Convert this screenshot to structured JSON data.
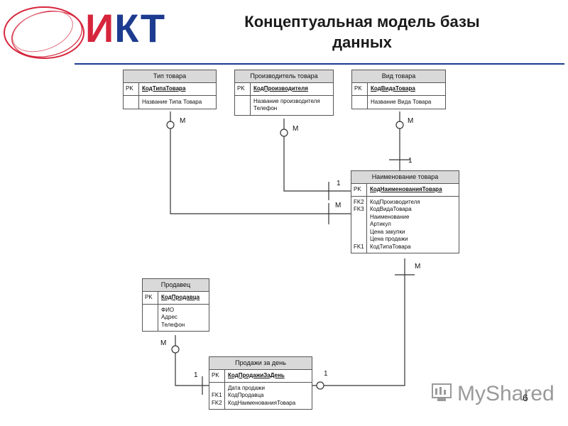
{
  "header": {
    "logo_left": "И",
    "logo_right": "КТ",
    "title": "Концептуальная модель базы данных",
    "page_number": "6",
    "watermark": "MyShared"
  },
  "colors": {
    "logo_red": "#d6253c",
    "logo_blue": "#1d3c8f",
    "header_fill": "#d9d9d9"
  },
  "entities": [
    {
      "id": "tip",
      "title": "Тип товара",
      "rows": [
        {
          "keys": [
            "PK"
          ],
          "attrs": [
            "КодТипаТовара"
          ],
          "pk": true
        },
        {
          "keys": [
            ""
          ],
          "attrs": [
            "Название Типа Товара"
          ]
        }
      ]
    },
    {
      "id": "proizv",
      "title": "Производитель товара",
      "rows": [
        {
          "keys": [
            "PK"
          ],
          "attrs": [
            "КодПроизводителя"
          ],
          "pk": true
        },
        {
          "keys": [
            ""
          ],
          "attrs": [
            "Название производителя",
            "Телефон"
          ]
        }
      ]
    },
    {
      "id": "vid",
      "title": "Вид товара",
      "rows": [
        {
          "keys": [
            "PK"
          ],
          "attrs": [
            "КодВидаТовара"
          ],
          "pk": true
        },
        {
          "keys": [
            ""
          ],
          "attrs": [
            "Название Вида Товара"
          ]
        }
      ]
    },
    {
      "id": "naim",
      "title": "Наименование товара",
      "rows": [
        {
          "keys": [
            "PK"
          ],
          "attrs": [
            "КодНаименованияТовара"
          ],
          "pk": true
        },
        {
          "keys": [
            "FK2",
            "FK3",
            "",
            "",
            "",
            "",
            "FK1"
          ],
          "attrs": [
            "КодПроизводителя",
            "КодВидаТовара",
            "Наименование",
            "Артикул",
            "Цена закупки",
            "Цена продажи",
            "КодТипаТовара"
          ]
        }
      ]
    },
    {
      "id": "prodavec",
      "title": "Продавец",
      "rows": [
        {
          "keys": [
            "PK"
          ],
          "attrs": [
            "КодПродавца"
          ],
          "pk": true
        },
        {
          "keys": [
            ""
          ],
          "attrs": [
            "ФИО",
            "Адрес",
            "Телефон"
          ]
        }
      ]
    },
    {
      "id": "prodazhi",
      "title": "Продажи за день",
      "rows": [
        {
          "keys": [
            "PK"
          ],
          "attrs": [
            "КодПродажиЗаДень"
          ],
          "pk": true
        },
        {
          "keys": [
            "",
            "FK1",
            "FK2"
          ],
          "attrs": [
            "Дата продажи",
            "КодПродавца",
            "КодНаименованияТовара"
          ]
        }
      ]
    }
  ],
  "cardinalities": {
    "tip_many": "М",
    "proizv_many": "М",
    "vid_many": "М",
    "vid_one": "1",
    "proizv_one": "1",
    "tip_one": "М",
    "naim_many": "М",
    "prodavec_many": "М",
    "prodavec_one": "1",
    "naim_one": "1"
  }
}
